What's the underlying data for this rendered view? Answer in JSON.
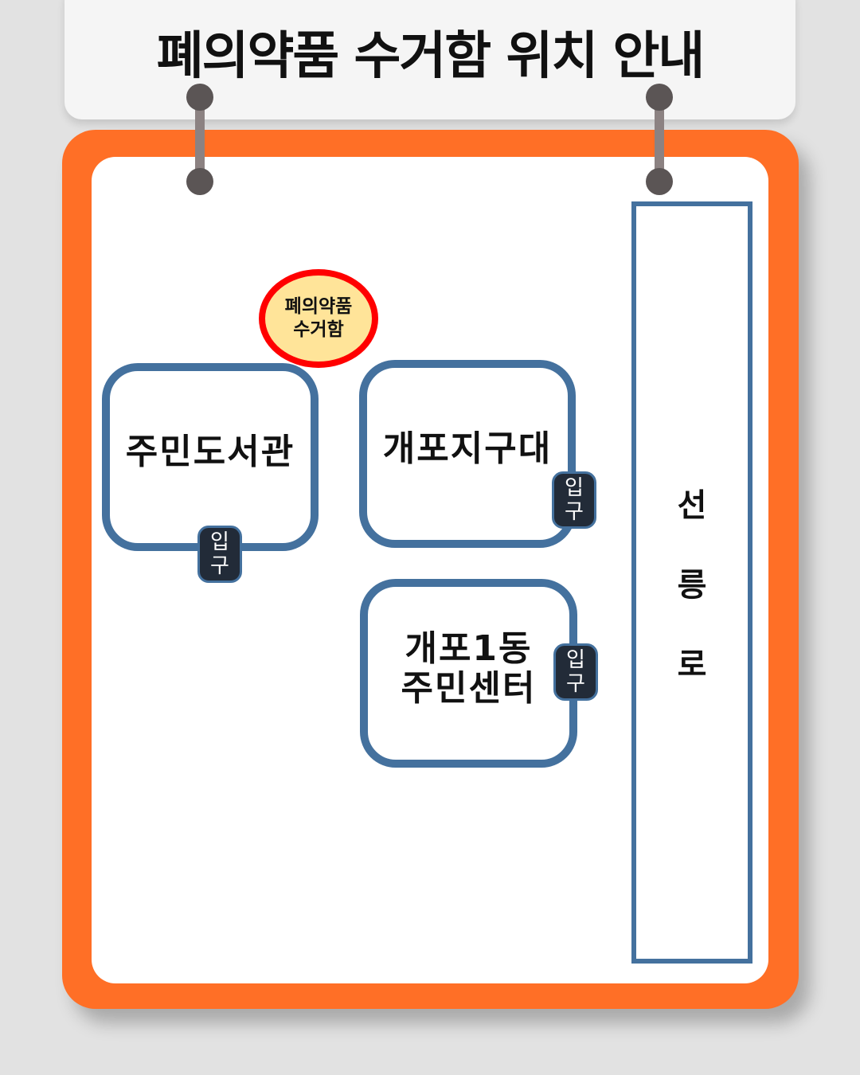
{
  "title": "폐의약품 수거함 위치 안내",
  "road": {
    "chars": [
      "선",
      "릉",
      "로"
    ]
  },
  "buildings": [
    {
      "name": "주민도서관"
    },
    {
      "name": "개포지구대"
    },
    {
      "name_line1": "개포1동",
      "name_line2": "주민센터"
    }
  ],
  "entrance": {
    "char1": "입",
    "char2": "구"
  },
  "collection_bin": {
    "line1": "폐의약품",
    "line2": "수거함"
  },
  "colors": {
    "board": "#ff6f26",
    "outline": "#44719e",
    "bin_fill": "#ffe499",
    "bin_border": "#ff0000",
    "badge": "#222b38"
  }
}
